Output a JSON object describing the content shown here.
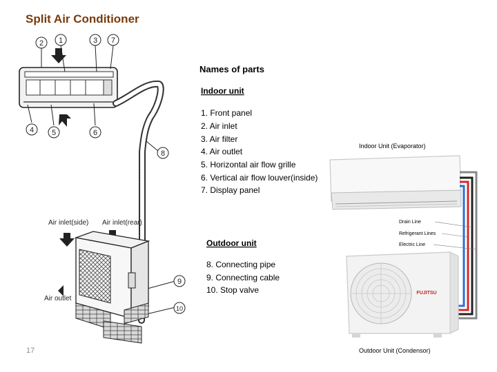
{
  "slide": {
    "title": "Split Air Conditioner",
    "page_number": "17"
  },
  "left_diagram": {
    "callouts": [
      "1",
      "2",
      "3",
      "4",
      "5",
      "6",
      "7",
      "8",
      "9",
      "10"
    ],
    "labels": {
      "air_inlet_side": "Air inlet(side)",
      "air_inlet_rear": "Air inlet(rear)",
      "air_outlet": "Air outlet"
    }
  },
  "parts_list": {
    "heading": "Names of parts",
    "indoor_heading": "Indoor unit",
    "indoor_items": [
      "1.  Front panel",
      "2.  Air inlet",
      "3.  Air filter",
      "4.  Air outlet",
      "5.  Horizontal air flow grille",
      "6.  Vertical air flow louver(inside)",
      "7.  Display panel"
    ],
    "outdoor_heading": "Outdoor unit",
    "outdoor_items": [
      "8.  Connecting  pipe",
      "9.  Connecting  cable",
      "10. Stop valve"
    ]
  },
  "right_diagram": {
    "indoor_label": "Indoor Unit (Evaporator)",
    "drain_line": "Drain Line",
    "refrigerant_lines": "Refrigerant Lines",
    "electric_line": "Electric Line",
    "outdoor_label": "Outdoor Unit (Condensor)",
    "brand": "FUJITSU",
    "line_colors": {
      "drain": "#222222",
      "refrigerant_hot": "#d62828",
      "refrigerant_cold": "#2a6fd6",
      "electric": "#888888"
    }
  }
}
